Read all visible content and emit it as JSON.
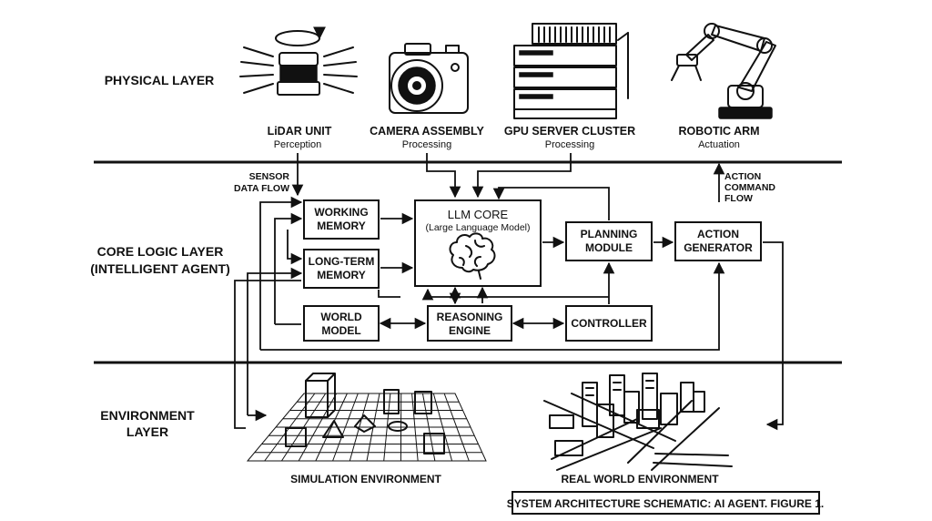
{
  "layers": {
    "physical": "PHYSICAL LAYER",
    "core_line1": "CORE LOGIC LAYER",
    "core_line2": "(INTELLIGENT AGENT)",
    "env_line1": "ENVIRONMENT",
    "env_line2": "LAYER"
  },
  "devices": {
    "lidar": {
      "title": "LiDAR UNIT",
      "sub": "Perception"
    },
    "camera": {
      "title": "CAMERA ASSEMBLY",
      "sub": "Processing"
    },
    "gpu": {
      "title": "GPU SERVER CLUSTER",
      "sub": "Processing"
    },
    "arm": {
      "title": "ROBOTIC ARM",
      "sub": "Actuation"
    }
  },
  "flows": {
    "sensor_line1": "SENSOR",
    "sensor_line2": "DATA FLOW",
    "action_line1": "ACTION",
    "action_line2": "COMMAND",
    "action_line3": "FLOW"
  },
  "modules": {
    "working_memory": [
      "WORKING",
      "MEMORY"
    ],
    "long_term_memory": [
      "LONG-TERM",
      "MEMORY"
    ],
    "llm_core": {
      "title": "LLM CORE",
      "sub": "(Large Language Model)"
    },
    "planning_module": [
      "PLANNING",
      "MODULE"
    ],
    "action_generator": [
      "ACTION",
      "GENERATOR"
    ],
    "world_model": [
      "WORLD",
      "MODEL"
    ],
    "reasoning_engine": [
      "REASONING",
      "ENGINE"
    ],
    "controller": "CONTROLLER"
  },
  "environments": {
    "simulation": "SIMULATION ENVIRONMENT",
    "real_world": "REAL WORLD ENVIRONMENT"
  },
  "caption": "SYSTEM ARCHITECTURE SCHEMATIC: AI AGENT. FIGURE 1.",
  "icons": [
    "lidar-icon",
    "camera-icon",
    "server-rack-icon",
    "robotic-arm-icon",
    "brain-icon",
    "simulation-grid-icon",
    "city-icon"
  ]
}
